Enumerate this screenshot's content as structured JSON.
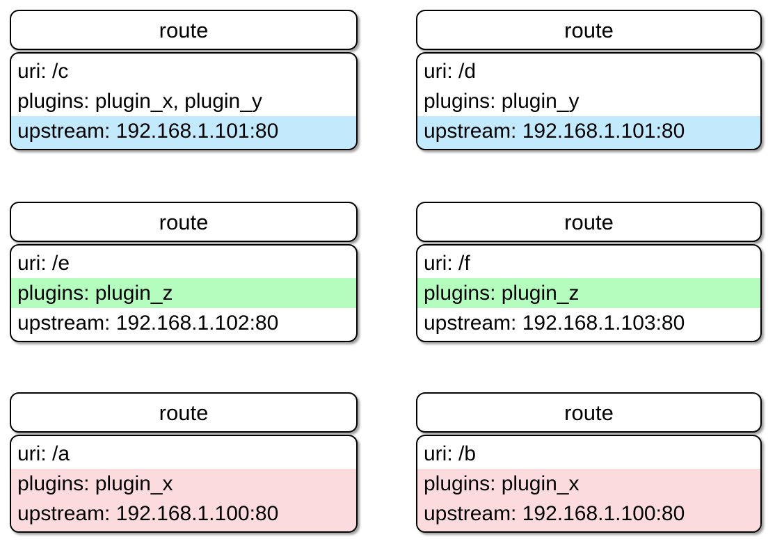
{
  "diagram": {
    "node_label": "route",
    "colors": {
      "highlight_blue": "#c3eafc",
      "highlight_green": "#b5fcbf",
      "highlight_pink": "#fcdbdf",
      "border": "#000000",
      "background": "#ffffff",
      "text": "#000000"
    },
    "cards": [
      {
        "id": "route-c",
        "title": "route",
        "position": "row-1 col-left",
        "attributes": [
          {
            "key": "uri",
            "text": "uri: /c"
          },
          {
            "key": "plugins",
            "text": "plugins: plugin_x, plugin_y"
          },
          {
            "key": "upstream",
            "text": "upstream: 192.168.1.101:80"
          }
        ],
        "highlight": {
          "color": "blue",
          "lines": [
            "upstream"
          ]
        }
      },
      {
        "id": "route-d",
        "title": "route",
        "position": "row-1 col-right",
        "attributes": [
          {
            "key": "uri",
            "text": "uri: /d"
          },
          {
            "key": "plugins",
            "text": "plugins: plugin_y"
          },
          {
            "key": "upstream",
            "text": "upstream: 192.168.1.101:80"
          }
        ],
        "highlight": {
          "color": "blue",
          "lines": [
            "upstream"
          ]
        }
      },
      {
        "id": "route-e",
        "title": "route",
        "position": "row-2 col-left",
        "attributes": [
          {
            "key": "uri",
            "text": "uri: /e"
          },
          {
            "key": "plugins",
            "text": "plugins: plugin_z"
          },
          {
            "key": "upstream",
            "text": "upstream: 192.168.1.102:80"
          }
        ],
        "highlight": {
          "color": "green",
          "lines": [
            "plugins"
          ]
        }
      },
      {
        "id": "route-f",
        "title": "route",
        "position": "row-2 col-right",
        "attributes": [
          {
            "key": "uri",
            "text": "uri: /f"
          },
          {
            "key": "plugins",
            "text": "plugins: plugin_z"
          },
          {
            "key": "upstream",
            "text": "upstream: 192.168.1.103:80"
          }
        ],
        "highlight": {
          "color": "green",
          "lines": [
            "plugins"
          ]
        }
      },
      {
        "id": "route-a",
        "title": "route",
        "position": "row-3 col-left",
        "attributes": [
          {
            "key": "uri",
            "text": "uri: /a"
          },
          {
            "key": "plugins",
            "text": "plugins: plugin_x"
          },
          {
            "key": "upstream",
            "text": "upstream: 192.168.1.100:80"
          }
        ],
        "highlight": {
          "color": "pink",
          "lines": [
            "plugins",
            "upstream"
          ]
        }
      },
      {
        "id": "route-b",
        "title": "route",
        "position": "row-3 col-right",
        "attributes": [
          {
            "key": "uri",
            "text": "uri: /b"
          },
          {
            "key": "plugins",
            "text": "plugins: plugin_x"
          },
          {
            "key": "upstream",
            "text": "upstream: 192.168.1.100:80"
          }
        ],
        "highlight": {
          "color": "pink",
          "lines": [
            "plugins",
            "upstream"
          ]
        }
      }
    ]
  }
}
